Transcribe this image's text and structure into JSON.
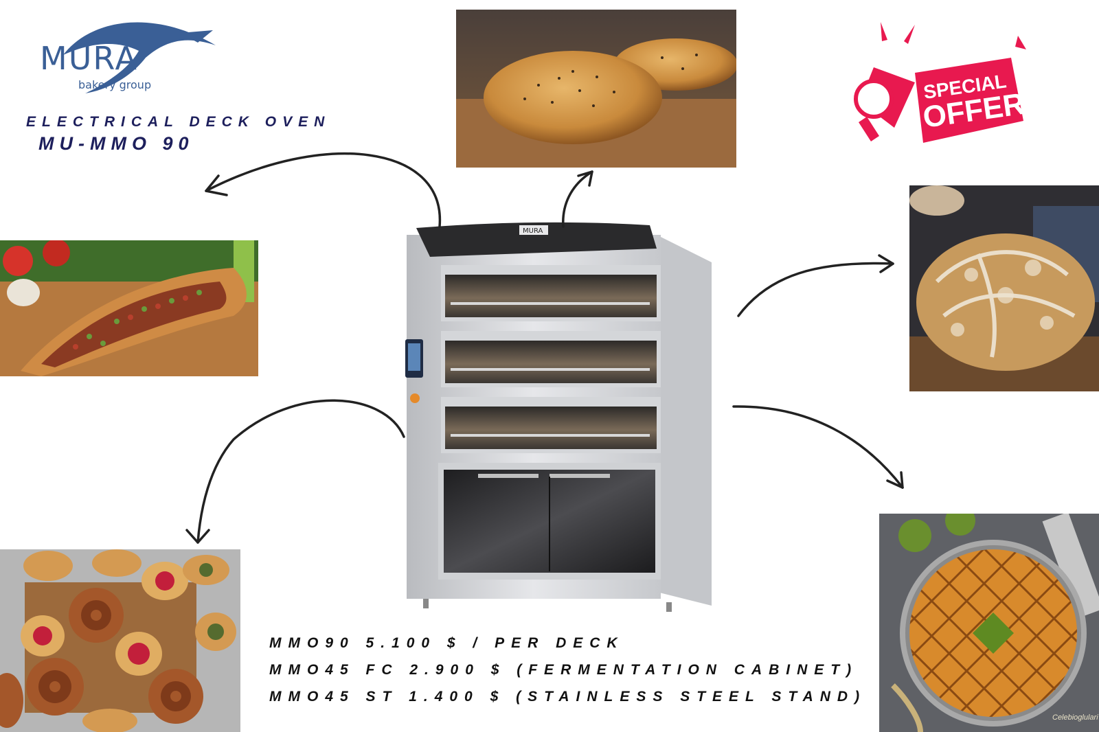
{
  "brand": {
    "logo_text": "MURA",
    "logo_subtext": "bakery group",
    "accent_color": "#3a5f96"
  },
  "headline": "ELECTRICAL DECK OVEN",
  "model": "MU-MMO 90",
  "badge": {
    "line1": "SPECIAL",
    "line2": "OFFER",
    "color": "#e8194f"
  },
  "oven": {
    "brand_plate": "MURA"
  },
  "prices": [
    "MMO90 5.100 $ / PER DECK",
    "MMO45 FC 2.900 $ (FERMENTATION CABINET)",
    "MMO45 ST 1.400 $ (STAINLESS STEEL STAND)"
  ],
  "watermark": "Celebioglulari",
  "photos": [
    "pide-bread",
    "kiymali-pide",
    "sourdough-loaf",
    "pastries-danish",
    "baklava-tray"
  ]
}
